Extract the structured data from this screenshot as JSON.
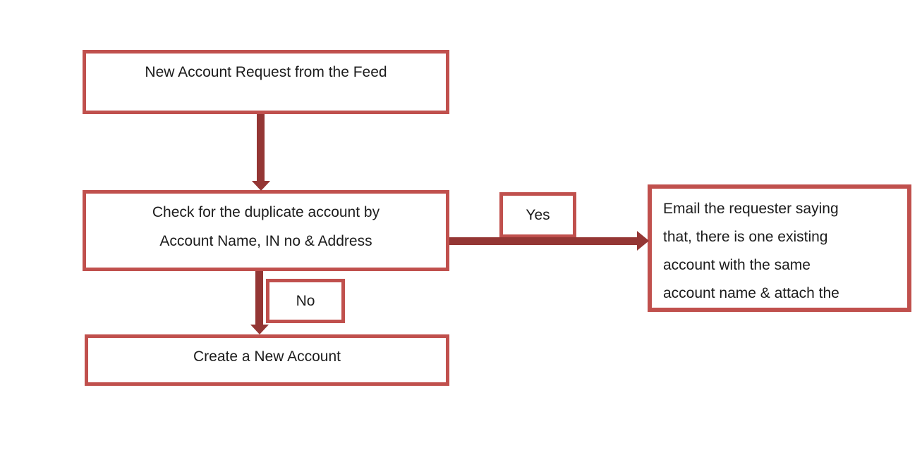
{
  "diagram": {
    "type": "flowchart",
    "background": "#ffffff",
    "colors": {
      "node_border": "#c0504d",
      "node_fill": "#ffffff",
      "arrow": "#943634",
      "text": "#1c1c1c",
      "background": "#ffffff"
    },
    "nodes": {
      "start": {
        "lines": [
          "New Account Request from the Feed"
        ]
      },
      "check": {
        "lines": [
          "Check for the duplicate account by",
          "Account Name, IN no & Address"
        ]
      },
      "create": {
        "lines": [
          "Create a New Account"
        ]
      },
      "email": {
        "lines": [
          "Email the requester saying",
          "that, there is one existing",
          "account with the same",
          "account name & attach the"
        ]
      }
    },
    "edges": [
      {
        "from": "start",
        "to": "check",
        "label": ""
      },
      {
        "from": "check",
        "to": "email",
        "label": "Yes"
      },
      {
        "from": "check",
        "to": "create",
        "label": "No"
      }
    ]
  }
}
